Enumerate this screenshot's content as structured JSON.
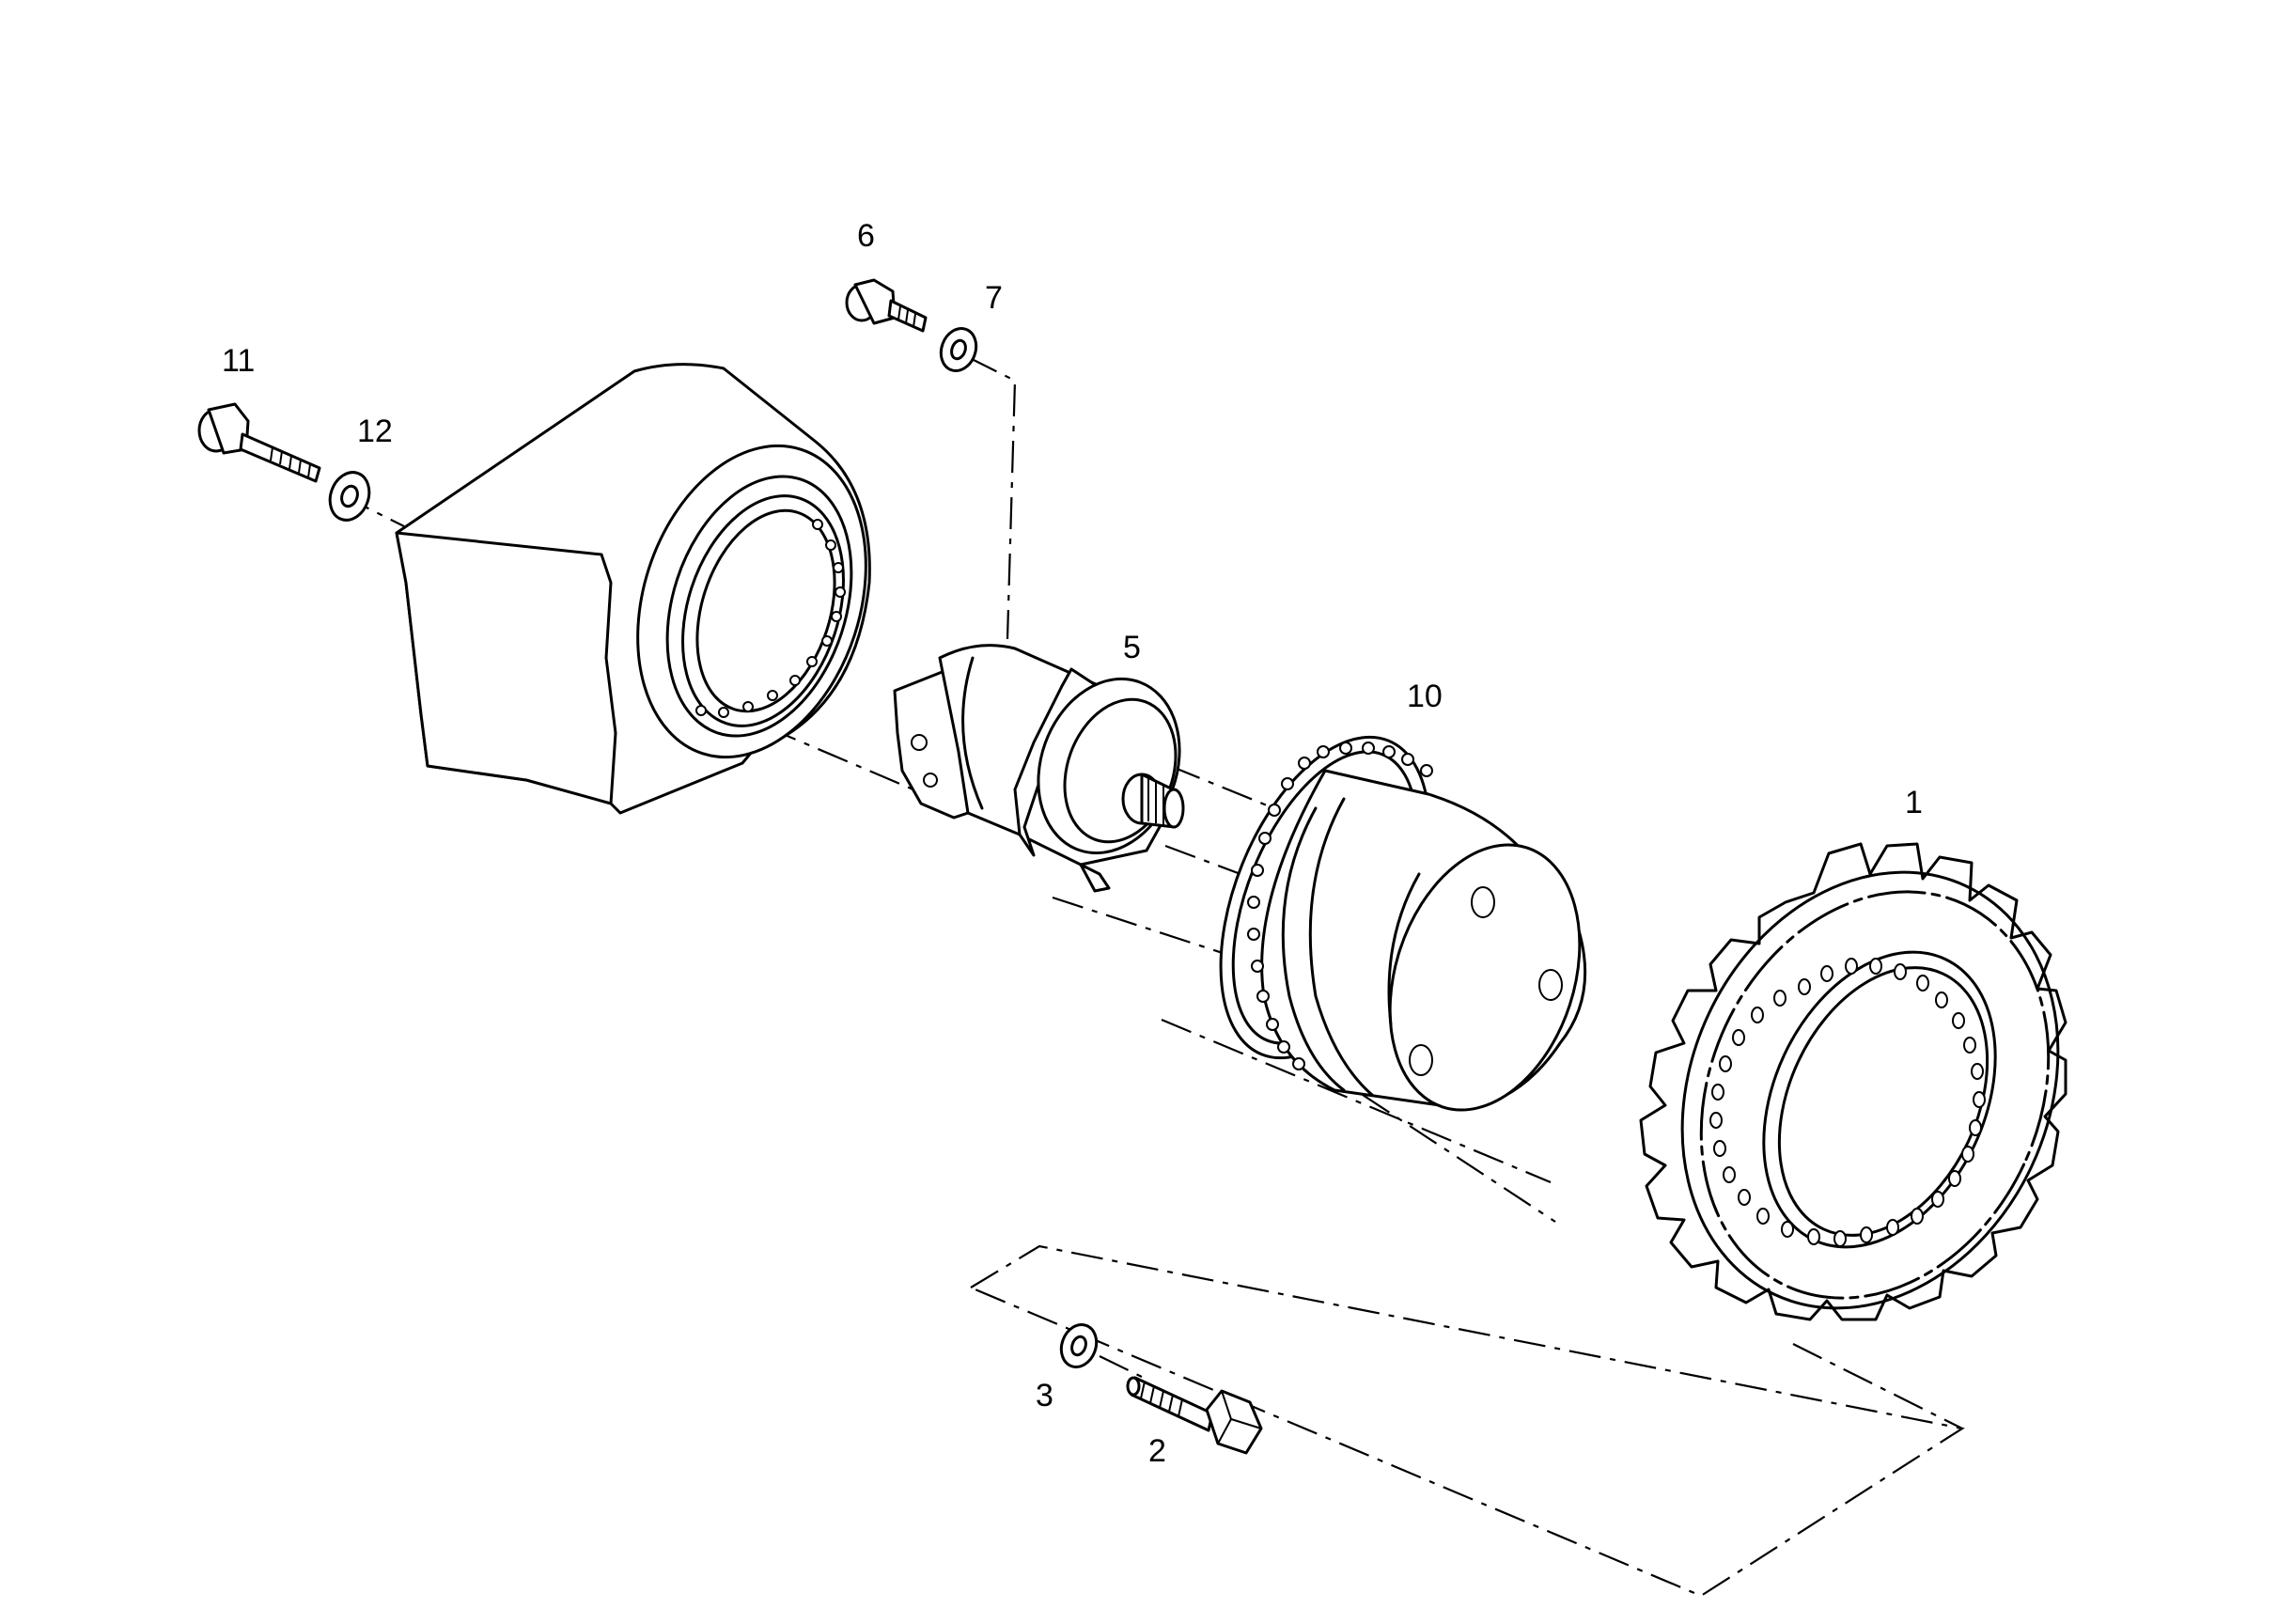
{
  "callouts": {
    "c1": "1",
    "c2": "2",
    "c3": "3",
    "c5": "5",
    "c6": "6",
    "c7": "7",
    "c10": "10",
    "c11": "11",
    "c12": "12"
  },
  "colors": {
    "ink": "#000000",
    "background": "#ffffff"
  }
}
